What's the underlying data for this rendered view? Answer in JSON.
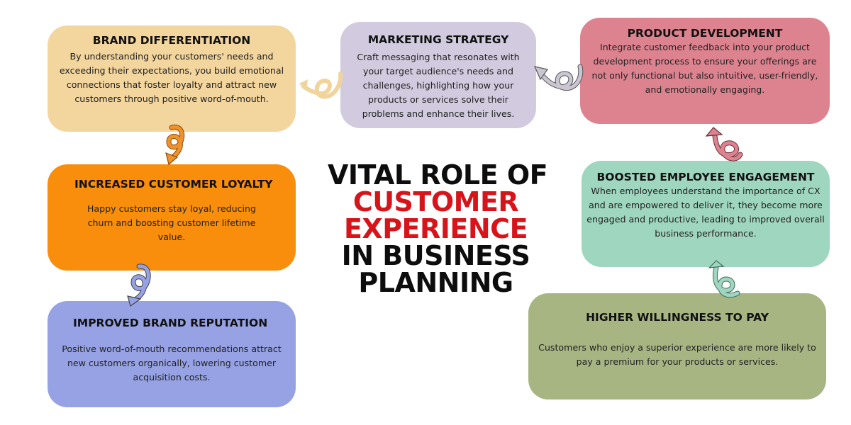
{
  "title": {
    "line1": "VITAL ROLE OF",
    "line2": "CUSTOMER",
    "line3": "EXPERIENCE",
    "line4": "IN BUSINESS",
    "line5": "PLANNING",
    "accent_color": "#d7141a",
    "text_color": "#0d0d0d"
  },
  "cards": {
    "brand_differentiation": {
      "heading": "BRAND DIFFERENTIATION",
      "body": "By understanding your customers' needs and exceeding their expectations, you build emotional connections that foster loyalty and attract new customers through positive word-of-mouth.",
      "color": "#f3d59e"
    },
    "marketing_strategy": {
      "heading": "MARKETING STRATEGY",
      "body": "Craft messaging that resonates with your target audience's needs and challenges, highlighting how your products or services solve their problems and enhance their lives.",
      "color": "#d2cade"
    },
    "product_development": {
      "heading": "PRODUCT DEVELOPMENT",
      "body": "Integrate customer feedback into your product development process to ensure your offerings are not only functional but also intuitive, user-friendly, and emotionally engaging.",
      "color": "#dd8390"
    },
    "increased_customer_loyalty": {
      "heading": "INCREASED CUSTOMER LOYALTY",
      "body": "Happy customers stay loyal, reducing churn and boosting customer lifetime value.",
      "color": "#f98d0c"
    },
    "improved_brand_reputation": {
      "heading": "IMPROVED BRAND REPUTATION",
      "body": "Positive word-of-mouth recommendations attract new customers organically, lowering customer acquisition costs.",
      "color": "#96a2e3"
    },
    "boosted_employee_engagement": {
      "heading": "BOOSTED EMPLOYEE ENGAGEMENT",
      "body": "When employees understand the importance of CX and are empowered to deliver it, they become more engaged and productive, leading to improved overall business performance.",
      "color": "#9fd6bf"
    },
    "higher_willingness_to_pay": {
      "heading": "HIGHER WILLINGNESS TO PAY",
      "body": "Customers who enjoy a superior experience are more likely to pay a premium for your products or services.",
      "color": "#a7b583"
    }
  },
  "arrows": [
    {
      "from": "higher_willingness_to_pay",
      "to": "boosted_employee_engagement",
      "color": "#9fd6bf"
    },
    {
      "from": "boosted_employee_engagement",
      "to": "product_development",
      "color": "#dd8390"
    },
    {
      "from": "product_development",
      "to": "marketing_strategy",
      "color": "#c9c6d2"
    },
    {
      "from": "marketing_strategy",
      "to": "brand_differentiation",
      "color": "#f0d49c"
    },
    {
      "from": "brand_differentiation",
      "to": "increased_customer_loyalty",
      "color": "#f0922a"
    },
    {
      "from": "increased_customer_loyalty",
      "to": "improved_brand_reputation",
      "color": "#96a2e3"
    }
  ]
}
